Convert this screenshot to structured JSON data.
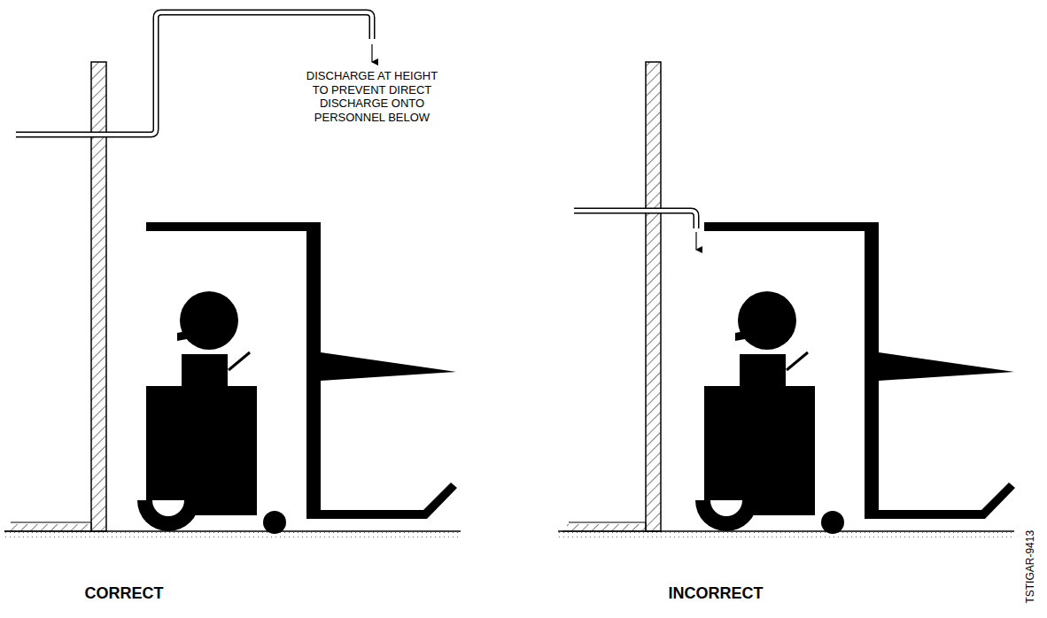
{
  "diagram": {
    "labels": [
      "DISCHARGE AT HEIGHT TO PREVENT DIRECT DISCHARGE ONTO PERSONNEL BELOW",
      "CORRECT",
      "INCORRECT",
      "TSTIGAR-9413"
    ]
  }
}
